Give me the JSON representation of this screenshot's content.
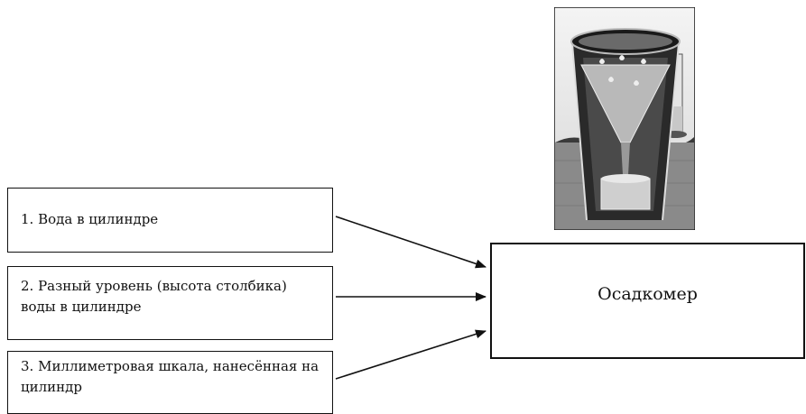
{
  "boxes": [
    {
      "label": "1. Вода в цилиндре"
    },
    {
      "label": "2. Разный уровень (высота столбика) воды в цилиндре"
    },
    {
      "label": "3. Миллиметровая шкала, нанесённая на цилиндр"
    }
  ],
  "target": {
    "label": "Осадкомер"
  },
  "illustration": {
    "icon": "rain-gauge-icon"
  }
}
